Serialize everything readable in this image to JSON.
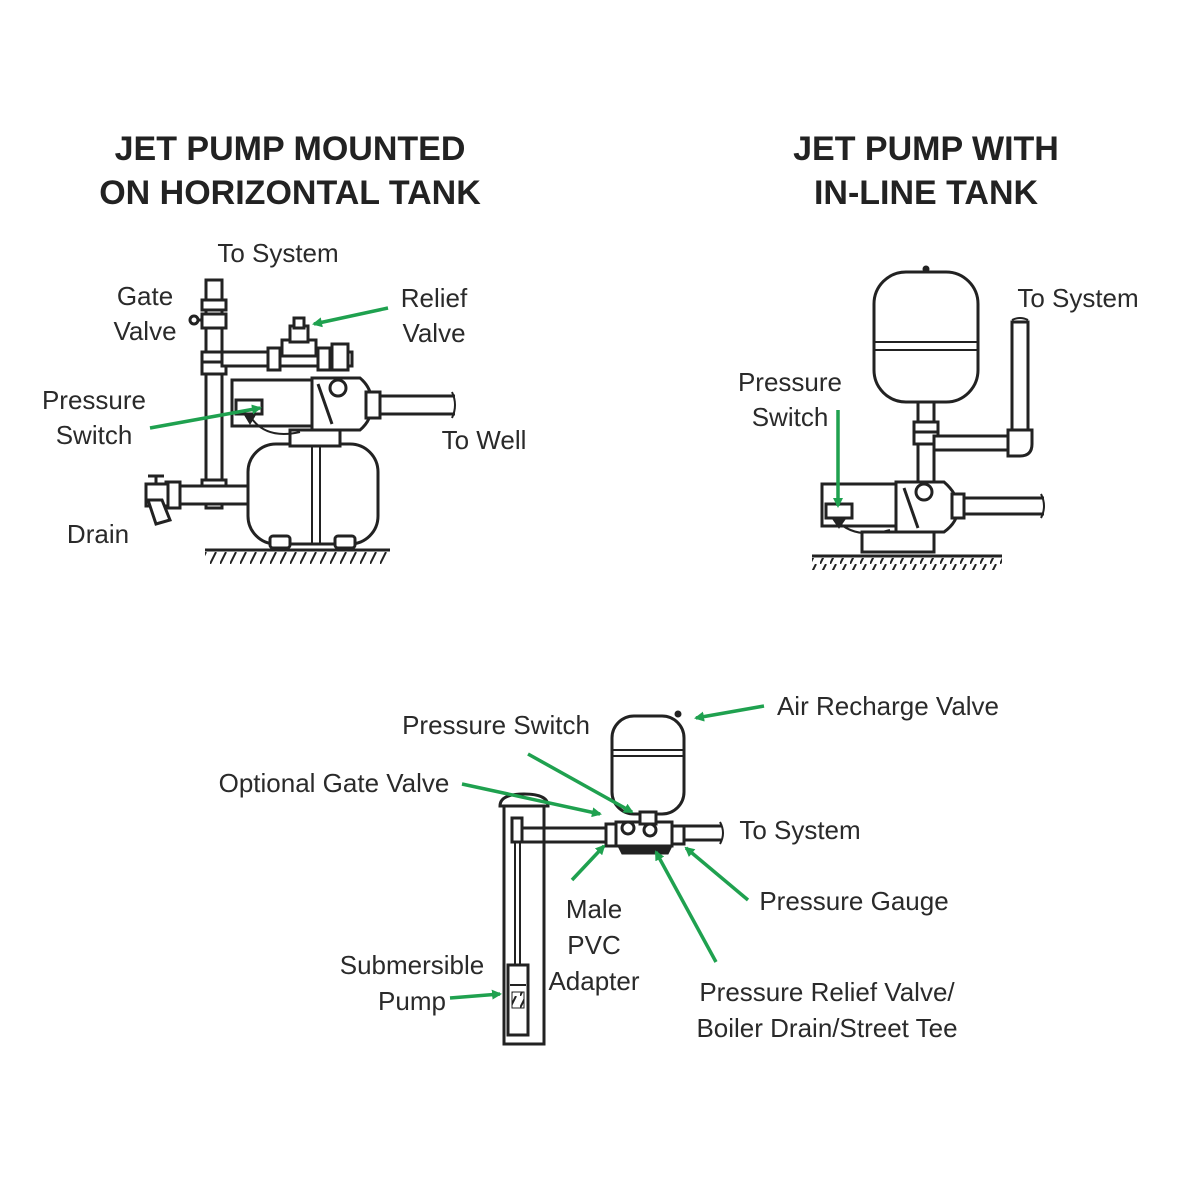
{
  "colors": {
    "ink": "#222222",
    "arrow": "#1fa14f",
    "background": "#ffffff"
  },
  "diagram1": {
    "title_line1": "JET PUMP MOUNTED",
    "title_line2": "ON HORIZONTAL TANK",
    "labels": {
      "to_system": "To System",
      "gate_valve_1": "Gate",
      "gate_valve_2": "Valve",
      "relief_valve_1": "Relief",
      "relief_valve_2": "Valve",
      "pressure_switch_1": "Pressure",
      "pressure_switch_2": "Switch",
      "to_well": "To Well",
      "drain": "Drain"
    }
  },
  "diagram2": {
    "title_line1": "JET PUMP WITH",
    "title_line2": "IN-LINE TANK",
    "labels": {
      "to_system": "To System",
      "pressure_switch_1": "Pressure",
      "pressure_switch_2": "Switch"
    }
  },
  "diagram3": {
    "labels": {
      "air_recharge_valve": "Air Recharge Valve",
      "pressure_switch": "Pressure Switch",
      "optional_gate_valve": "Optional Gate Valve",
      "to_system": "To System",
      "male_1": "Male",
      "male_2": "PVC",
      "male_3": "Adapter",
      "pressure_gauge": "Pressure Gauge",
      "submersible_1": "Submersible",
      "submersible_2": "Pump",
      "relief_1": "Pressure Relief Valve/",
      "relief_2": "Boiler Drain/Street Tee"
    }
  }
}
